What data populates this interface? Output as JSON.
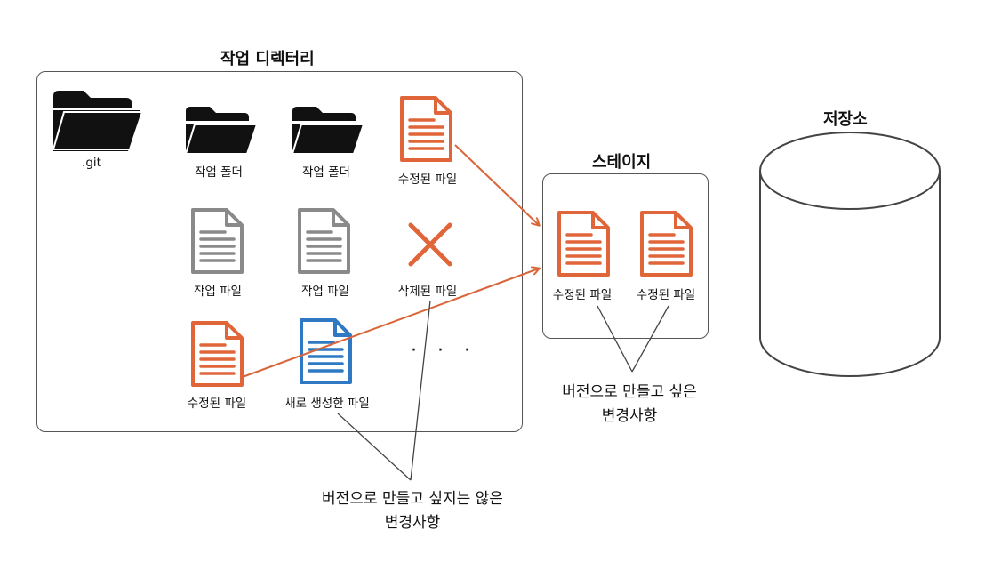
{
  "working_directory": {
    "title": "작업 디렉터리",
    "items": {
      "git_folder": ".git",
      "work_folder_1": "작업 폴더",
      "work_folder_2": "작업 폴더",
      "modified_file_top": "수정된 파일",
      "work_file_1": "작업 파일",
      "work_file_2": "작업 파일",
      "deleted_file": "삭제된 파일",
      "modified_file_bottom": "수정된 파일",
      "new_file": "새로 생성한 파일",
      "ellipsis": "· · ·"
    }
  },
  "stage": {
    "title": "스테이지",
    "items": {
      "staged_file_1": "수정된 파일",
      "staged_file_2": "수정된 파일"
    }
  },
  "repository": {
    "title": "저장소"
  },
  "notes": {
    "versioned_line1": "버전으로 만들고 싶은",
    "versioned_line2": "변경사항",
    "unversioned_line1": "버전으로 만들고 싶지는 않은",
    "unversioned_line2": "변경사항"
  },
  "colors": {
    "modified": "#e0663a",
    "plain": "#8a8a8a",
    "new": "#2f78c4",
    "folder": "#111111",
    "arrow": "#d9663a",
    "outline": "#555555"
  }
}
